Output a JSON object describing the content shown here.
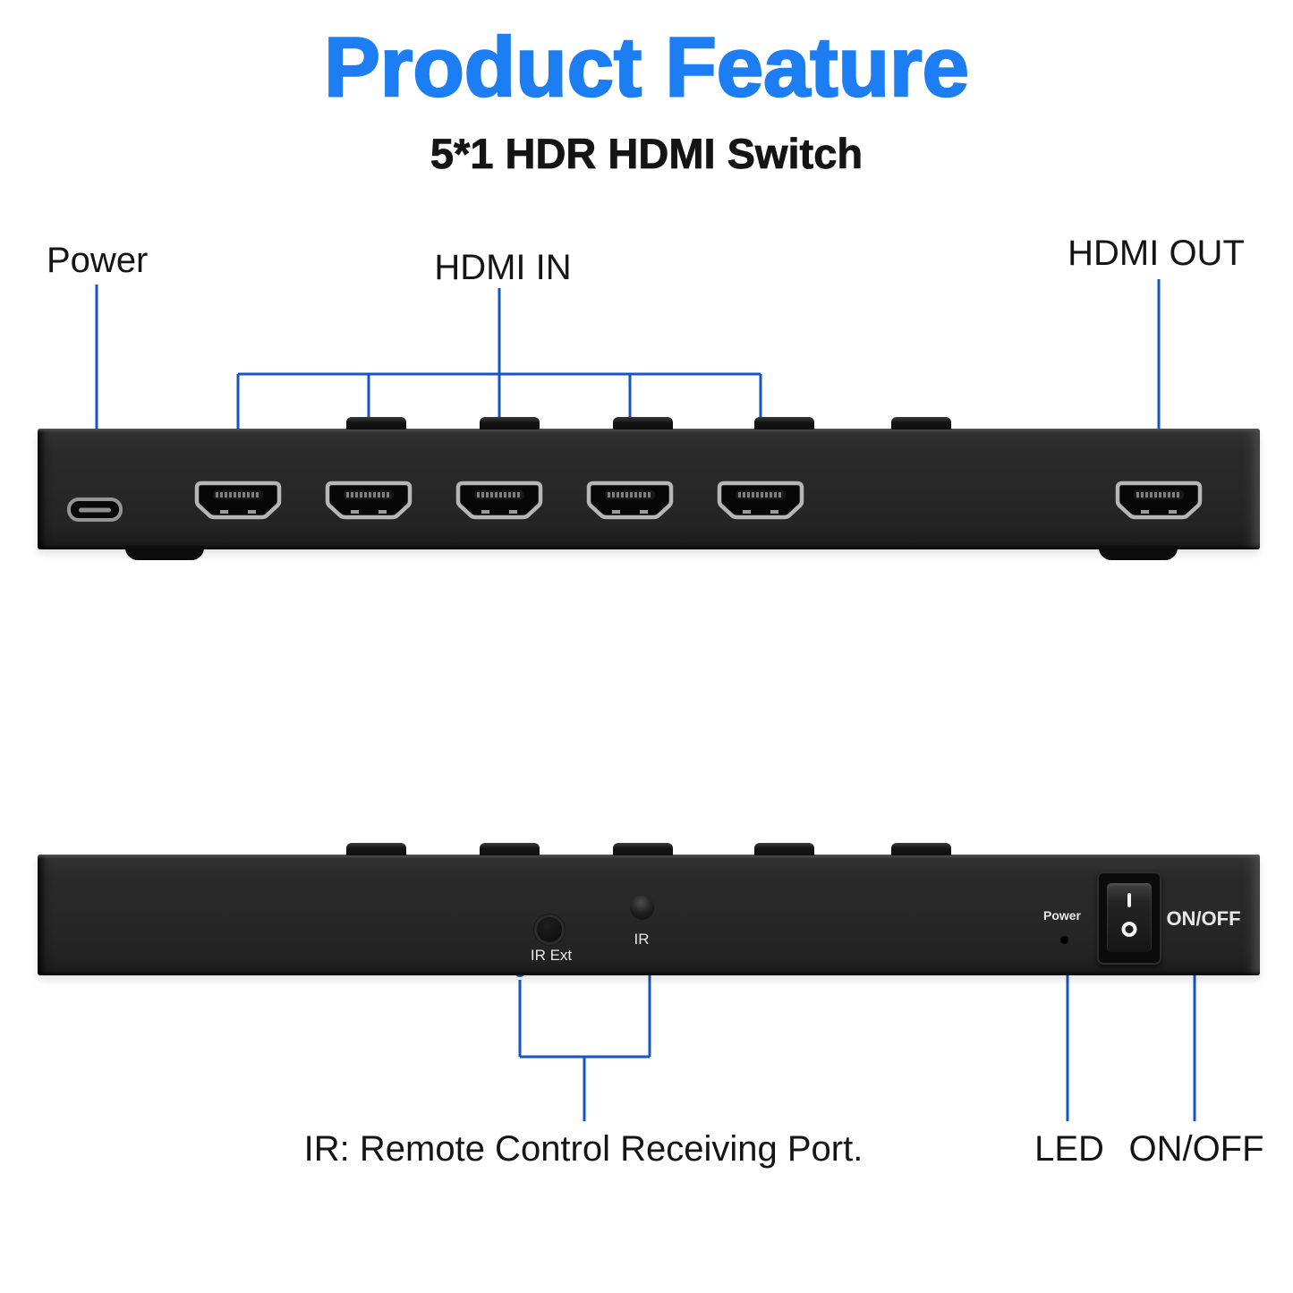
{
  "header": {
    "title": "Product Feature",
    "subtitle": "5*1 HDR HDMI Switch"
  },
  "colors": {
    "title_blue": "#1d7df2",
    "callout_blue": "#1556c5",
    "device_black": "#272727"
  },
  "ports_view": {
    "labels": {
      "power": "Power",
      "hdmi_in": "HDMI IN",
      "hdmi_out": "HDMI OUT"
    },
    "hdmi_in_port_count": 5,
    "hdmi_out_port_count": 1
  },
  "control_view": {
    "panel_labels": {
      "ir_ext": "IR Ext",
      "ir": "IR",
      "power": "Power",
      "on_off": "ON/OFF"
    },
    "switch_marks": {
      "on": "I",
      "off": "O"
    }
  },
  "footer": {
    "ir_note": "IR: Remote Control Receiving Port.",
    "led": "LED",
    "on_off": "ON/OFF"
  }
}
